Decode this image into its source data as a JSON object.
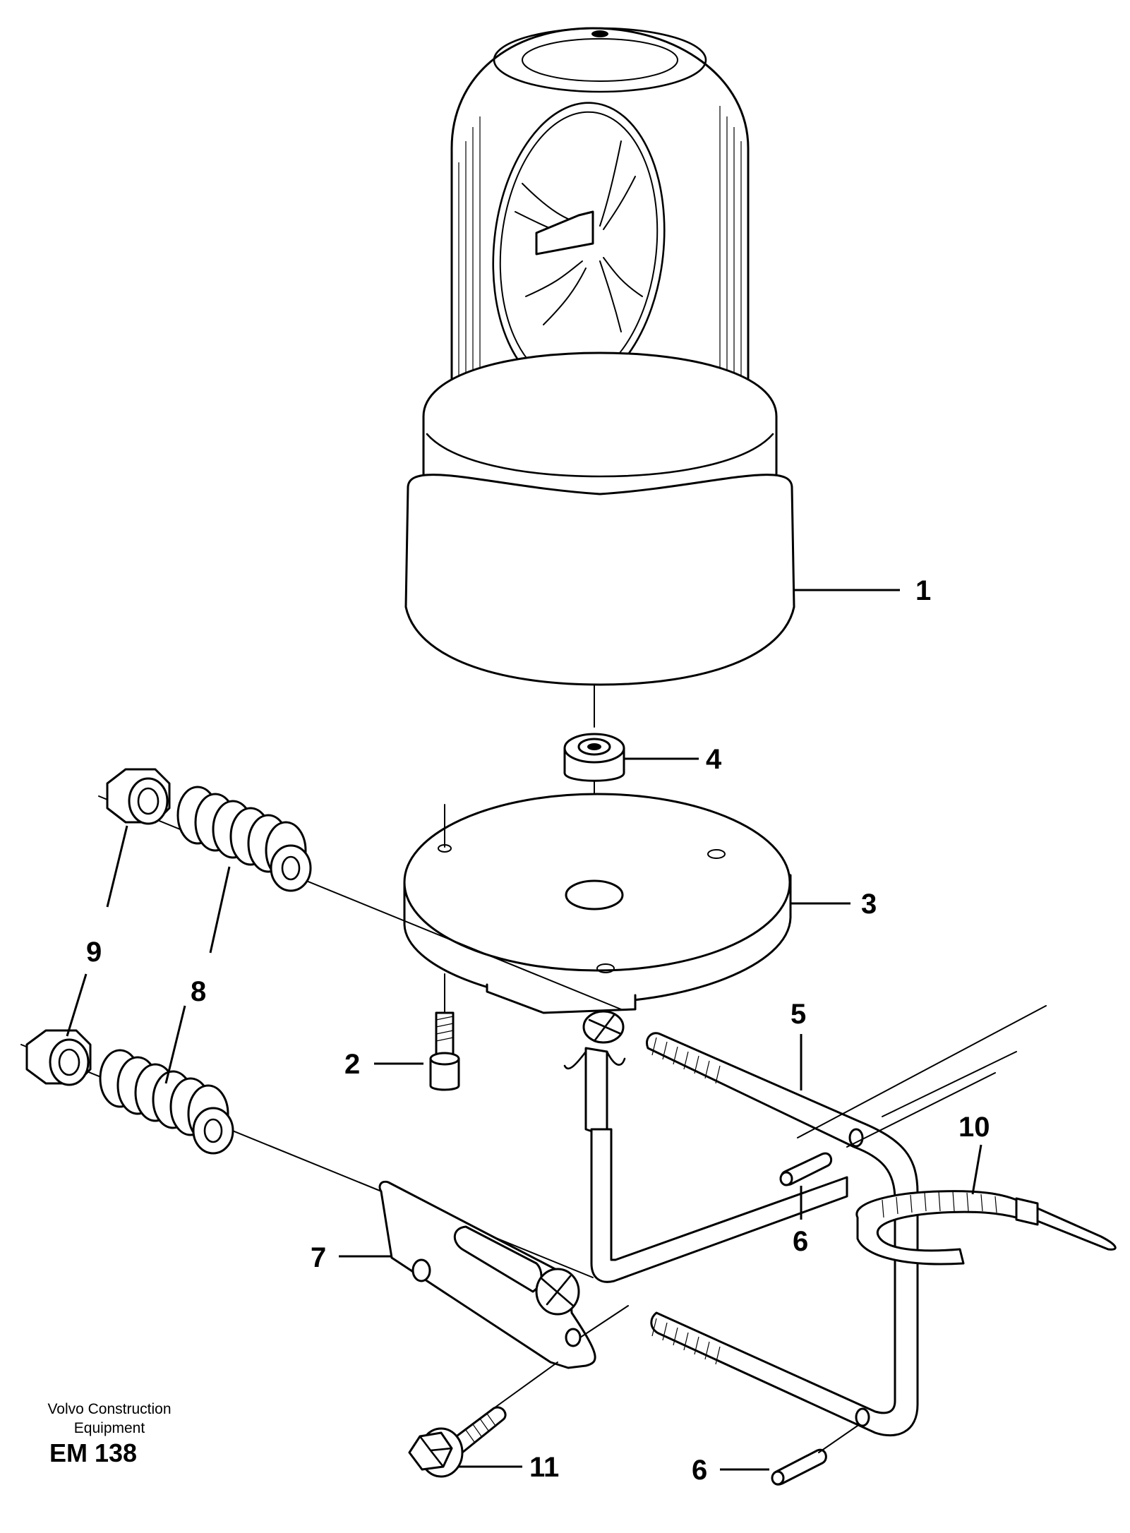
{
  "credit": {
    "line1": "Volvo Construction",
    "line2": "Equipment",
    "code": "EM 138"
  },
  "callouts": {
    "c1": "1",
    "c2": "2",
    "c3": "3",
    "c4": "4",
    "c5": "5",
    "c6a": "6",
    "c6b": "6",
    "c7": "7",
    "c8": "8",
    "c9": "9",
    "c10": "10",
    "c11": "11"
  }
}
